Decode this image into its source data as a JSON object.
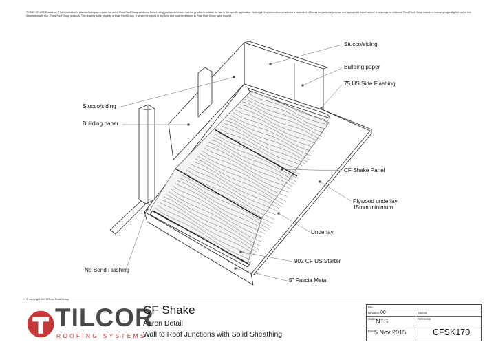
{
  "disclaimer": "TERMS OF USE Disclaimer: This information is intended solely as a guide for use of Ross Roof Group products. Before using you should ensure that the product is suitable for use in the specific application. Nothing in this information constitutes a statement of fitness for particular purpose and appropriate expert advice is to always be obtained. Ross Roof Group makes no warranty regarding the use of this information with non - Ross Roof Group products. This drawing is the property of Ross Roof Group. It cannot be copied in any form and must be returned to Ross Roof Group upon request.",
  "copyright": "© copyright 2017 Ross Roof Group",
  "callouts": {
    "stucco_top": "Stucco/siding",
    "paper_top": "Building paper",
    "side_flashing": "75 US Side Flashing",
    "stucco_left": "Stucco/siding",
    "paper_left": "Building paper",
    "shake_panel": "CF Shake Panel",
    "plywood_1": "Plywood underlay",
    "plywood_2": "15mm minimum",
    "underlay": "Underlay",
    "starter": "902 CF US Starter",
    "no_bend": "No Bend Flashing",
    "fascia": "5\" Fascia Metal"
  },
  "brand": {
    "name": "TILCOR",
    "tagline": "ROOFING SYSTEMS",
    "red": "#c5393a",
    "grey": "#4a4a4a"
  },
  "heading": {
    "title": "CF Shake",
    "subtitle1": "Apron Detail",
    "subtitle2": "Wall to Roof Junctions with Solid Sheathing"
  },
  "titleblock": {
    "file_label": "File:",
    "revision_label": "Revision:",
    "revision_value": "00",
    "source_label": "Source:",
    "scale_label": "Scale:",
    "scale_value": "NTS",
    "reference_label": "Reference",
    "date_label": "Date:",
    "date_value": "5 Nov 2015",
    "reference_value": "CFSK170"
  }
}
